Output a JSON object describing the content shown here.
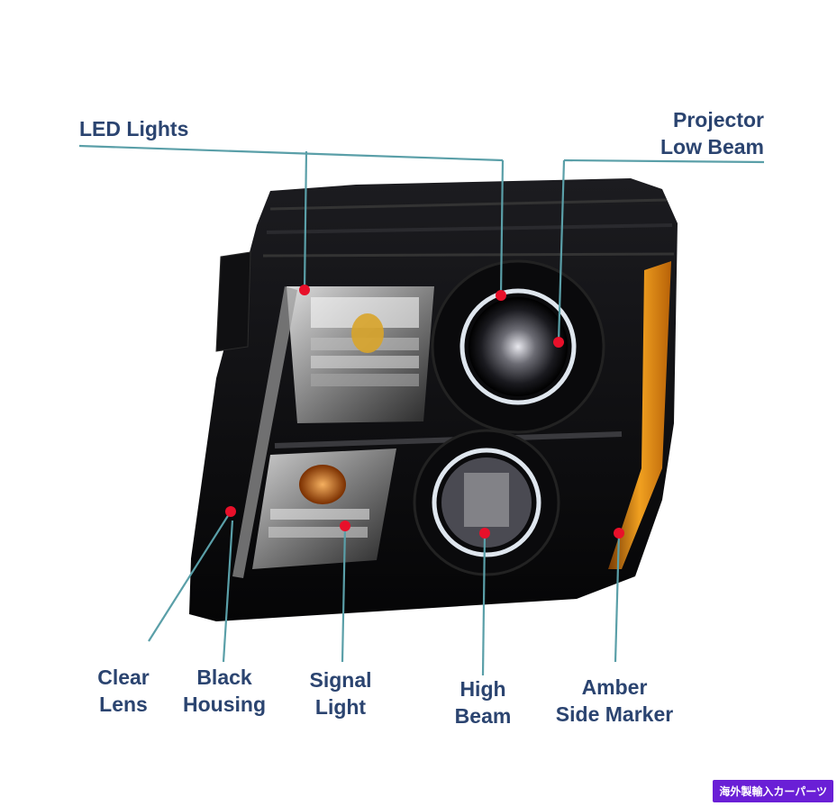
{
  "callouts": {
    "led_lights": "LED Lights",
    "projector_low_beam": [
      "Projector",
      "Low Beam"
    ],
    "clear_lens": [
      "Clear",
      "Lens"
    ],
    "black_housing": [
      "Black",
      "Housing"
    ],
    "signal_light": [
      "Signal",
      "Light"
    ],
    "high_beam": [
      "High",
      "Beam"
    ],
    "amber_side_marker": [
      "Amber",
      "Side Marker"
    ]
  },
  "badge_text": "海外製輸入カーパーツ",
  "colors": {
    "label_text": "#2b4470",
    "leader_line": "#5a9fa8",
    "marker_dot": "#e8102a",
    "housing": "#0d0d0f",
    "amber": "#e88a12",
    "badge_bg": "#6a1fd6"
  }
}
